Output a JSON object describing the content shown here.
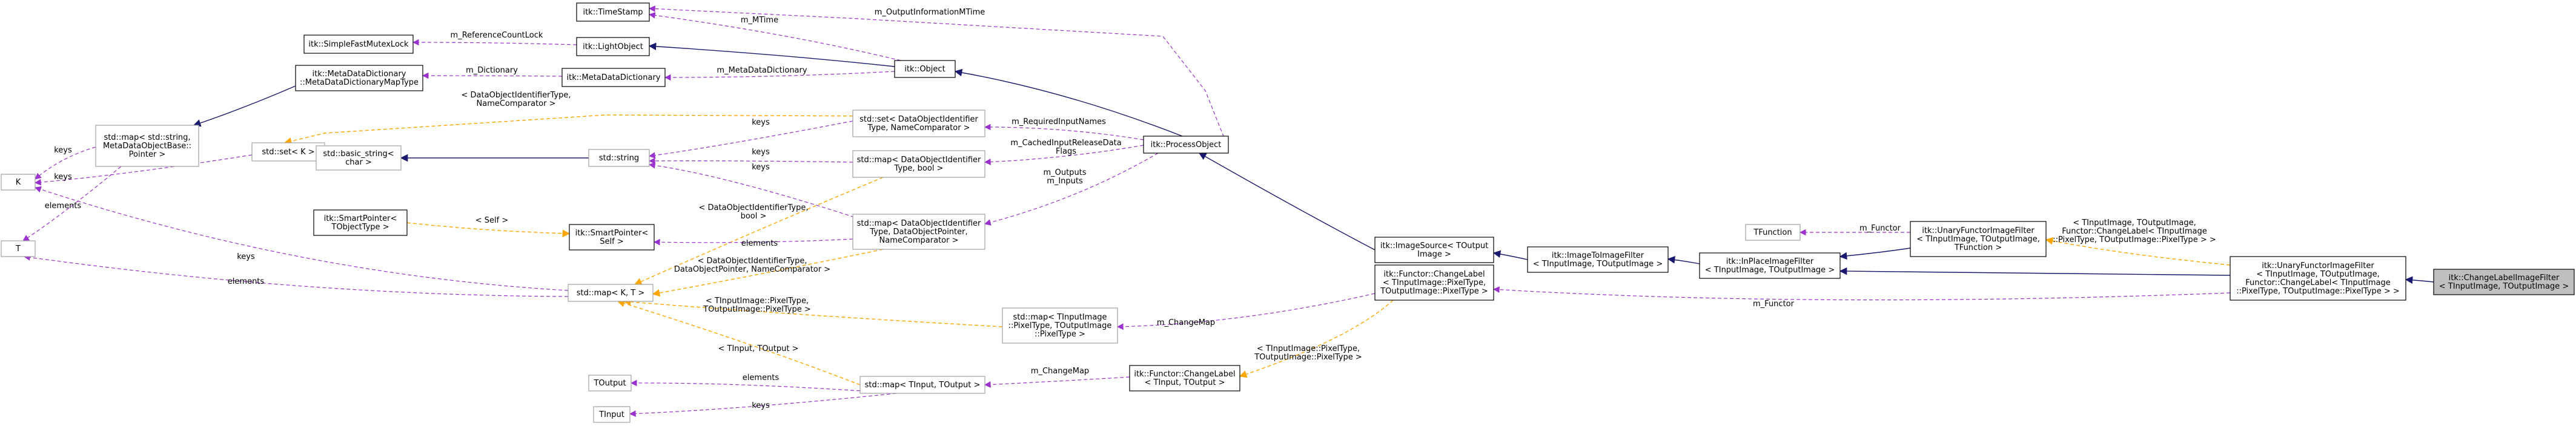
{
  "nodes": [
    {
      "id": "timestamp",
      "lines": [
        "itk::TimeStamp"
      ]
    },
    {
      "id": "simplefast",
      "lines": [
        "itk::SimpleFastMutexLock"
      ]
    },
    {
      "id": "lightobject",
      "lines": [
        "itk::LightObject"
      ]
    },
    {
      "id": "mddict",
      "lines": [
        "itk::MetaDataDictionary",
        "::MetaDataDictionaryMapType"
      ]
    },
    {
      "id": "metadict",
      "lines": [
        "itk::MetaDataDictionary"
      ]
    },
    {
      "id": "object",
      "lines": [
        "itk::Object"
      ]
    },
    {
      "id": "mapstring",
      "lines": [
        "std::map< std::string,",
        "MetaDataObjectBase::",
        "Pointer >"
      ]
    },
    {
      "id": "setk",
      "lines": [
        "std::set< K >"
      ]
    },
    {
      "id": "k",
      "lines": [
        "K"
      ]
    },
    {
      "id": "t",
      "lines": [
        "T"
      ]
    },
    {
      "id": "basicstring",
      "lines": [
        "std::basic_string<",
        "char >"
      ]
    },
    {
      "id": "stdstring",
      "lines": [
        "std::string"
      ]
    },
    {
      "id": "setdoi",
      "lines": [
        "std::set< DataObjectIdentifier",
        "Type, NameComparator >"
      ]
    },
    {
      "id": "mapdoibool",
      "lines": [
        "std::map< DataObjectIdentifier",
        "Type, bool >"
      ]
    },
    {
      "id": "processobject",
      "lines": [
        "itk::ProcessObject"
      ]
    },
    {
      "id": "spself",
      "lines": [
        "itk::SmartPointer<",
        "TObjectType >"
      ]
    },
    {
      "id": "smartpointer",
      "lines": [
        "itk::SmartPointer<",
        "Self >"
      ]
    },
    {
      "id": "mapdoiptr",
      "lines": [
        "std::map< DataObjectIdentifier",
        "Type, DataObjectPointer,",
        "NameComparator >"
      ]
    },
    {
      "id": "mapkt",
      "lines": [
        "std::map< K, T >"
      ]
    },
    {
      "id": "maptinpix",
      "lines": [
        "std::map< TInputImage",
        "::PixelType, TOutputImage",
        "::PixelType >"
      ]
    },
    {
      "id": "toutput",
      "lines": [
        "TOutput"
      ]
    },
    {
      "id": "tinput",
      "lines": [
        "TInput"
      ]
    },
    {
      "id": "maptinout",
      "lines": [
        "std::map< TInput, TOutput >"
      ]
    },
    {
      "id": "functorcl2",
      "lines": [
        "itk::Functor::ChangeLabel",
        "< TInput, TOutput >"
      ]
    },
    {
      "id": "functorcl",
      "lines": [
        "itk::Functor::ChangeLabel",
        "< TInputImage::PixelType,",
        "TOutputImage::PixelType >"
      ]
    },
    {
      "id": "imagesource",
      "lines": [
        "itk::ImageSource< TOutput",
        "Image >"
      ]
    },
    {
      "id": "imagetoimage",
      "lines": [
        "itk::ImageToImageFilter",
        "< TInputImage, TOutputImage >"
      ]
    },
    {
      "id": "inplace",
      "lines": [
        "itk::InPlaceImageFilter",
        "< TInputImage, TOutputImage >"
      ]
    },
    {
      "id": "tfunction",
      "lines": [
        "TFunction"
      ]
    },
    {
      "id": "unaryfunctor",
      "lines": [
        "itk::UnaryFunctorImageFilter",
        "< TInputImage, TOutputImage,",
        "TFunction >"
      ]
    },
    {
      "id": "unaryfunctor2",
      "lines": [
        "itk::UnaryFunctorImageFilter",
        "< TInputImage, TOutputImage,",
        "Functor::ChangeLabel< TInputImage",
        "::PixelType, TOutputImage::PixelType > >"
      ]
    },
    {
      "id": "changelabel",
      "lines": [
        "itk::ChangeLabelImageFilter",
        "< TInputImage, TOutputImage >"
      ]
    }
  ],
  "edge_labels": {
    "m_outputinfo": [
      "m_OutputInformationMTime"
    ],
    "m_mtime": [
      "m_MTime"
    ],
    "m_refcount": [
      "m_ReferenceCountLock"
    ],
    "m_dictionary": [
      "m_Dictionary"
    ],
    "m_metadatadict": [
      "m_MetaDataDictionary"
    ],
    "doi_namecomp": [
      "< DataObjectIdentifierType,",
      "NameComparator >"
    ],
    "keys_setdoi": [
      "keys"
    ],
    "m_requiredinputnames": [
      "m_RequiredInputNames"
    ],
    "keys_mapdoibool": [
      "keys"
    ],
    "m_cached": [
      "m_CachedInputReleaseData",
      "Flags"
    ],
    "keys_mapdoiptr": [
      "keys"
    ],
    "m_outputs_inputs": [
      "m_Outputs",
      "m_Inputs"
    ],
    "keys_mapstring": [
      "keys"
    ],
    "keys_setk": [
      "keys"
    ],
    "elements_mapstring": [
      "elements"
    ],
    "self_tmpl": [
      "< Self >"
    ],
    "doi_bool": [
      "< DataObjectIdentifierType,",
      "bool >"
    ],
    "elements_mapdoiptr": [
      "elements"
    ],
    "doi_ptr_name": [
      "< DataObjectIdentifierType,",
      "DataObjectPointer, NameComparator >"
    ],
    "keys_mapkt": [
      "keys"
    ],
    "elements_mapkt": [
      "elements"
    ],
    "tin_pix": [
      "< TInputImage::PixelType,",
      "TOutputImage::PixelType >"
    ],
    "m_changemap": [
      "m_ChangeMap"
    ],
    "tin_tout": [
      "< TInput, TOutput >"
    ],
    "elements_maptinout": [
      "elements"
    ],
    "keys_maptinout": [
      "keys"
    ],
    "m_changemap2": [
      "m_ChangeMap"
    ],
    "tin_pix2": [
      "< TInputImage::PixelType,",
      "TOutputImage::PixelType >"
    ],
    "m_functor": [
      "m_Functor"
    ],
    "m_functor2": [
      "m_Functor"
    ],
    "unary_tmpl": [
      "< TInputImage, TOutputImage,",
      "Functor::ChangeLabel< TInputImage",
      "::PixelType, TOutputImage::PixelType > >"
    ]
  },
  "colors": {
    "inheritance": "#191970",
    "usage": "#9a32cd",
    "template": "#ffa500",
    "focus_fill": "#bfbfbf",
    "gray_border": "#a0a0a0"
  }
}
